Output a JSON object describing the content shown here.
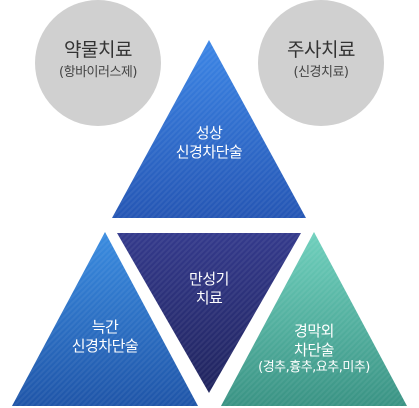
{
  "circles": [
    {
      "main": "약물치료",
      "sub": "(항바이러스제)"
    },
    {
      "main": "주사치료",
      "sub": "(신경치료)"
    }
  ],
  "triangles": {
    "top": {
      "lines": [
        "성상",
        "신경차단술"
      ]
    },
    "center": {
      "lines": [
        "만성기",
        "치료"
      ]
    },
    "left": {
      "lines": [
        "늑간",
        "신경차단술"
      ]
    },
    "right": {
      "lines": [
        "경막외",
        "차단술",
        "(경추,흉추,요추,미추)"
      ]
    }
  },
  "colors": {
    "circle_fill": "#d0d0d0",
    "top_triangle": "#2f6fd0",
    "center_triangle": "#2b2f78",
    "left_triangle": "#2a72c8",
    "right_triangle": "#4fb3a3"
  }
}
